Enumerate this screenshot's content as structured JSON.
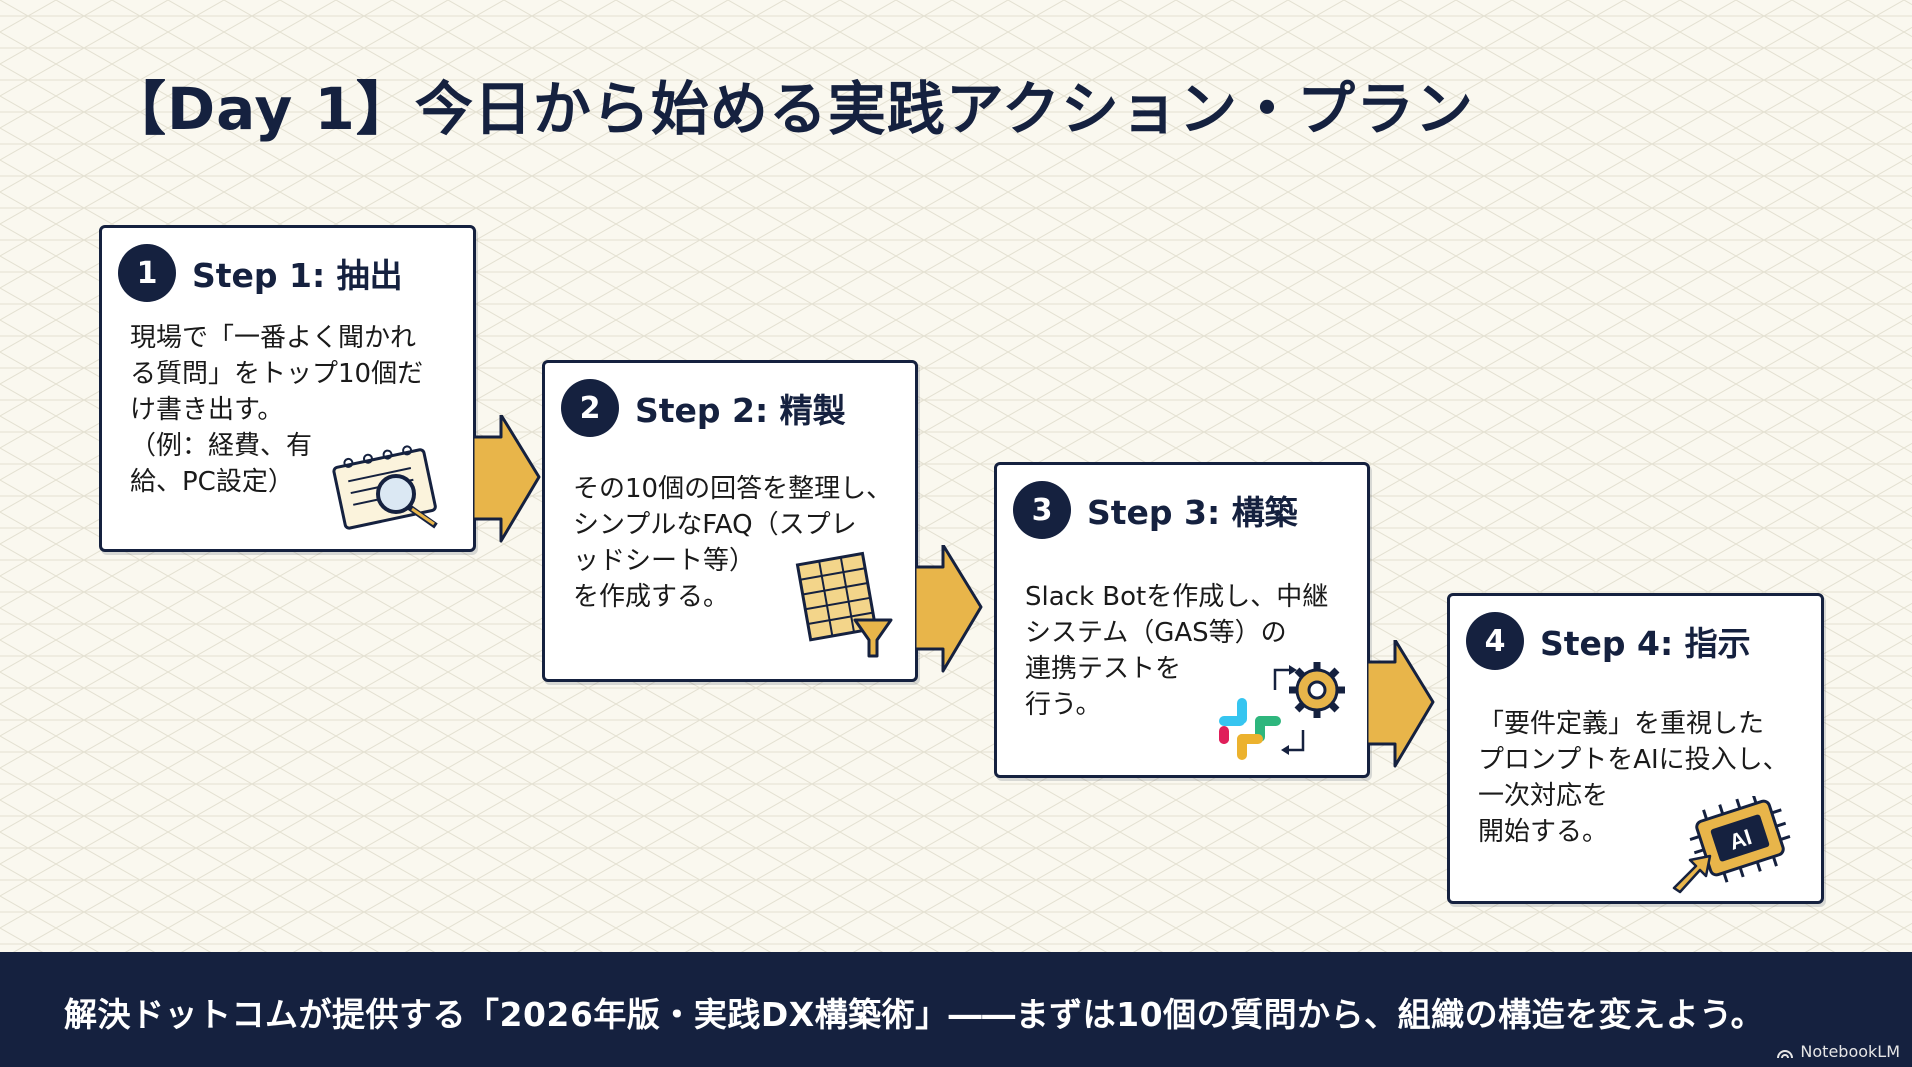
{
  "title": "【Day 1】今日から始める実践アクション・プラン",
  "colors": {
    "navy": "#15213f",
    "arrow": "#e8b54a",
    "background": "#faf8ef"
  },
  "steps": [
    {
      "number": "1",
      "title": "Step 1: 抽出",
      "description": "現場で「一番よく聞かれ\nる質問」をトップ10個だ\nけ書き出す。\n（例：経費、有\n給、PC設定）",
      "icon": "notebook-magnifier-icon"
    },
    {
      "number": "2",
      "title": "Step 2: 精製",
      "description": "その10個の回答を整理し、\nシンプルなFAQ（スプレ\nッドシート等）\nを作成する。",
      "icon": "spreadsheet-funnel-icon"
    },
    {
      "number": "3",
      "title": "Step 3: 構築",
      "description": "Slack Botを作成し、中継\nシステム（GAS等）の\n連携テストを\n行う。",
      "icon": "slack-gear-icon"
    },
    {
      "number": "4",
      "title": "Step 4: 指示",
      "description": "「要件定義」を重視した\nプロンプトをAIに投入し、\n一次対応を\n開始する。",
      "icon": "ai-chip-icon",
      "chip_label": "AI"
    }
  ],
  "footer": {
    "text": "解決ドットコムが提供する「2026年版・実践DX構築術」――まずは10個の質問から、組織の構造を変えよう。"
  },
  "brand": "NotebookLM"
}
